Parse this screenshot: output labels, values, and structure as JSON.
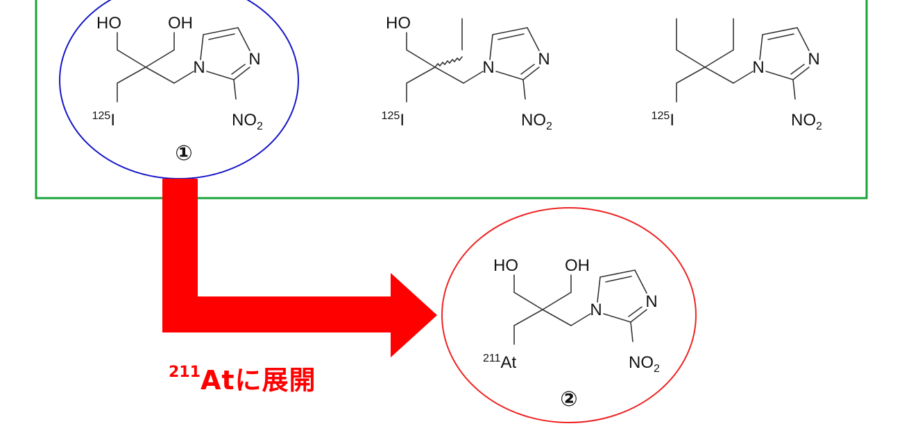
{
  "colors": {
    "box": "#1aa33a",
    "highlight_circle": "#1414c8",
    "target_circle": "#ee2222",
    "arrow": "#ff0000"
  },
  "compounds": [
    {
      "id": "1",
      "number": "①",
      "isotope": "125",
      "element": "I",
      "left_arm": "HO",
      "right_arm": "OH",
      "ring_n1": "N",
      "ring_n3": "N",
      "nitro": "NO",
      "nitro_sub": "2"
    },
    {
      "id": "2-ethyl",
      "isotope": "125",
      "element": "I",
      "left_arm": "HO",
      "ring_n1": "N",
      "ring_n3": "N",
      "nitro": "NO",
      "nitro_sub": "2"
    },
    {
      "id": "diethyl",
      "isotope": "125",
      "element": "I",
      "ring_n1": "N",
      "ring_n3": "N",
      "nitro": "NO",
      "nitro_sub": "2"
    },
    {
      "id": "2",
      "number": "②",
      "isotope": "211",
      "element": "At",
      "left_arm": "HO",
      "right_arm": "OH",
      "ring_n1": "N",
      "ring_n3": "N",
      "nitro": "NO",
      "nitro_sub": "2"
    }
  ],
  "caption": {
    "isotope": "211",
    "text": "Atに展開"
  }
}
